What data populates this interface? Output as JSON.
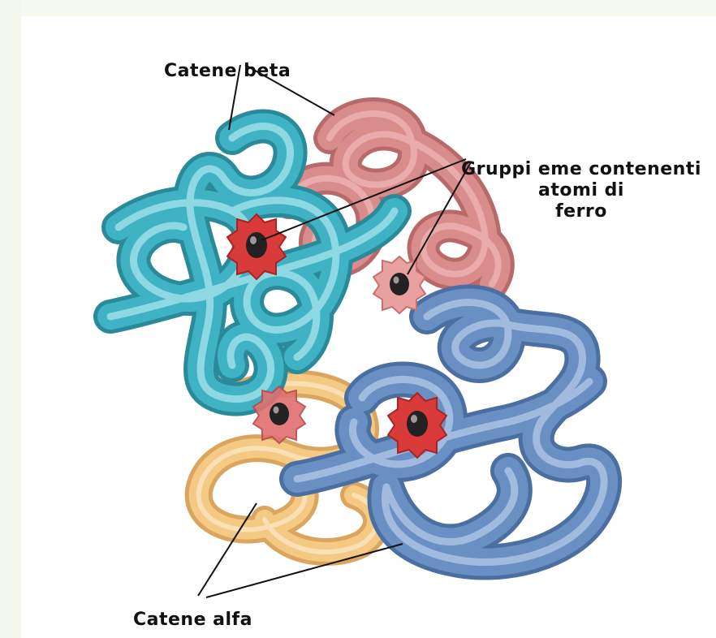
{
  "labels": {
    "beta_chains": "Catene beta",
    "heme_line1": "Gruppi eme contenenti",
    "heme_line2": "atomi di",
    "heme_line3": "ferro",
    "alpha_chains": "Catene alfa"
  },
  "colors": {
    "beta_chain_cyan": "#3fb3c4",
    "beta_chain_pink": "#d98c8c",
    "alpha_chain_blue": "#6a8fc2",
    "alpha_chain_yellow": "#f3c983",
    "heme_red": "#d93a3a",
    "iron_atom": "#222222"
  }
}
